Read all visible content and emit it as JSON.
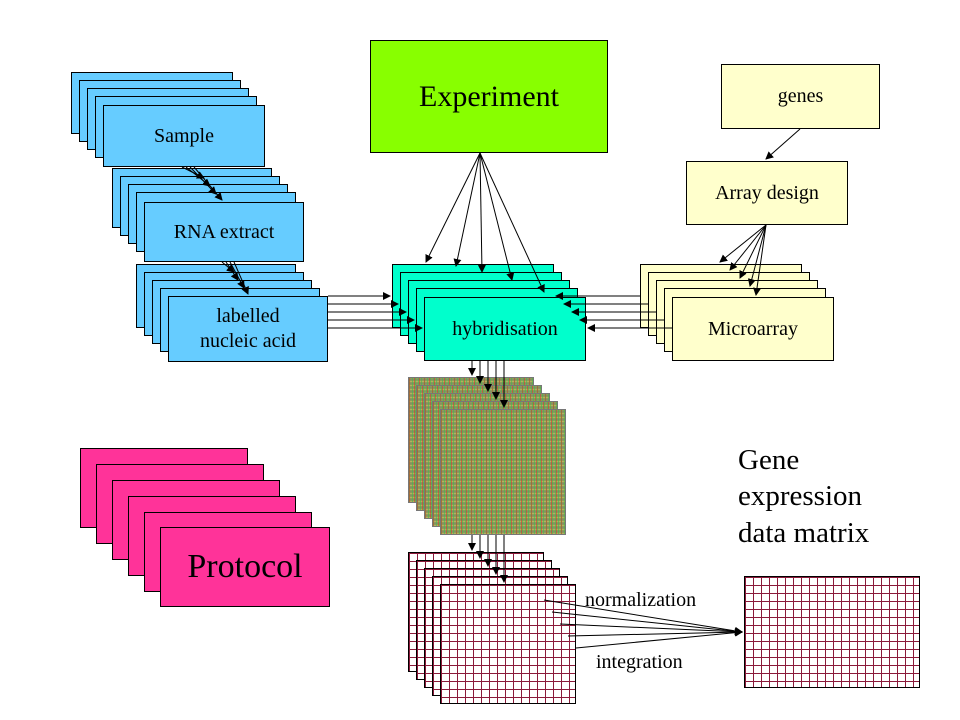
{
  "nodes": {
    "sample": "Sample",
    "rna_extract": "RNA extract",
    "labelled_nucleic_acid": "labelled\nnucleic acid",
    "experiment": "Experiment",
    "genes": "genes",
    "array_design": "Array design",
    "hybridisation": "hybridisation",
    "microarray": "Microarray",
    "protocol": "Protocol"
  },
  "labels": {
    "gene_expression_matrix": "Gene\nexpression\ndata matrix",
    "normalization": "normalization",
    "integration": "integration"
  },
  "colors": {
    "sample": "#66ccff",
    "experiment": "#88ff00",
    "genes": "#ffffcc",
    "hybridisation": "#00ffcc",
    "protocol": "#ff3399",
    "grid_line": "#8b1a3a"
  }
}
